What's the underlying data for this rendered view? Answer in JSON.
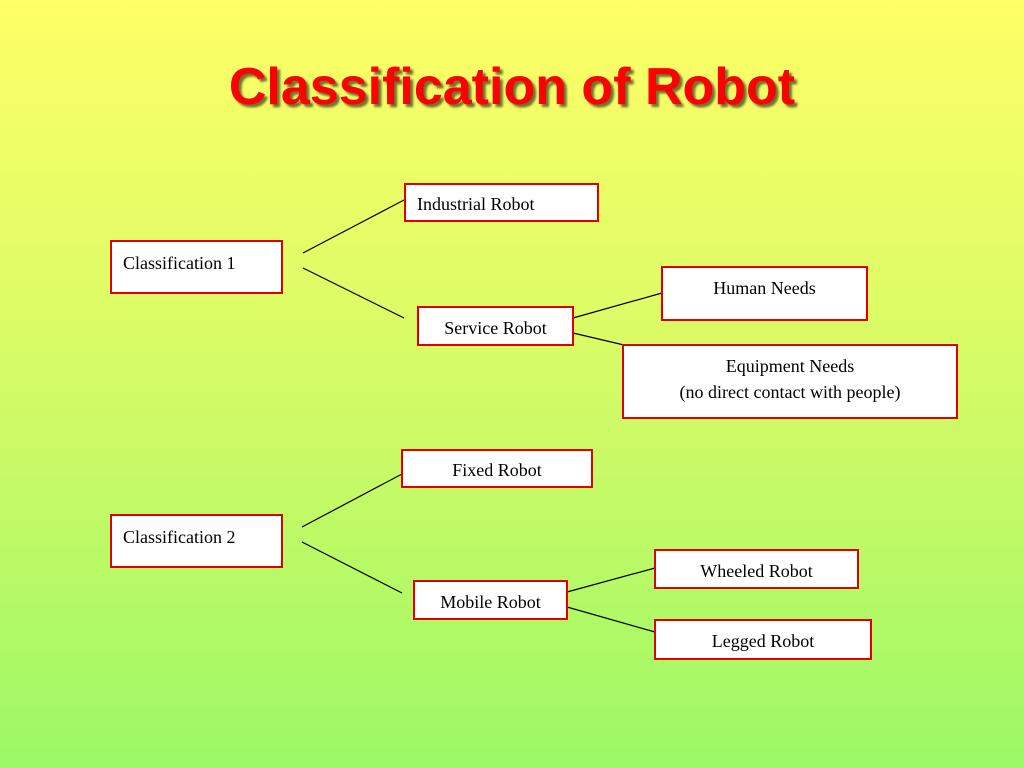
{
  "title": "Classification of Robot",
  "colors": {
    "title": "#ff0000",
    "box_border": "#e00000",
    "background_top": "#ffff66",
    "background_bottom": "#9cf866"
  },
  "diagram": {
    "classification1": {
      "label": "Classification 1",
      "industrial": "Industrial Robot",
      "service": "Service Robot",
      "human_needs": "Human Needs",
      "equipment_needs_line1": "Equipment Needs",
      "equipment_needs_line2": "(no direct contact with people)"
    },
    "classification2": {
      "label": "Classification 2",
      "fixed": "Fixed Robot",
      "mobile": "Mobile Robot",
      "wheeled": "Wheeled Robot",
      "legged": "Legged Robot"
    }
  }
}
